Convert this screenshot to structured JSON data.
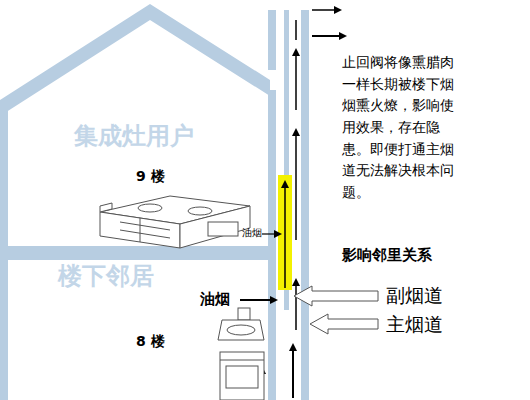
{
  "diagram": {
    "labels": [
      "集成灶用户",
      "9 楼",
      "油烟",
      "楼下邻居",
      "油烟",
      "8 楼",
      "止回阀将像熏腊肉一样长期被楼下烟烟熏火燎，影响使用效果，存在隐患。即便打通主烟道无法解决根本问题。",
      "影响邻里关系",
      "副烟道",
      "主烟道"
    ]
  }
}
